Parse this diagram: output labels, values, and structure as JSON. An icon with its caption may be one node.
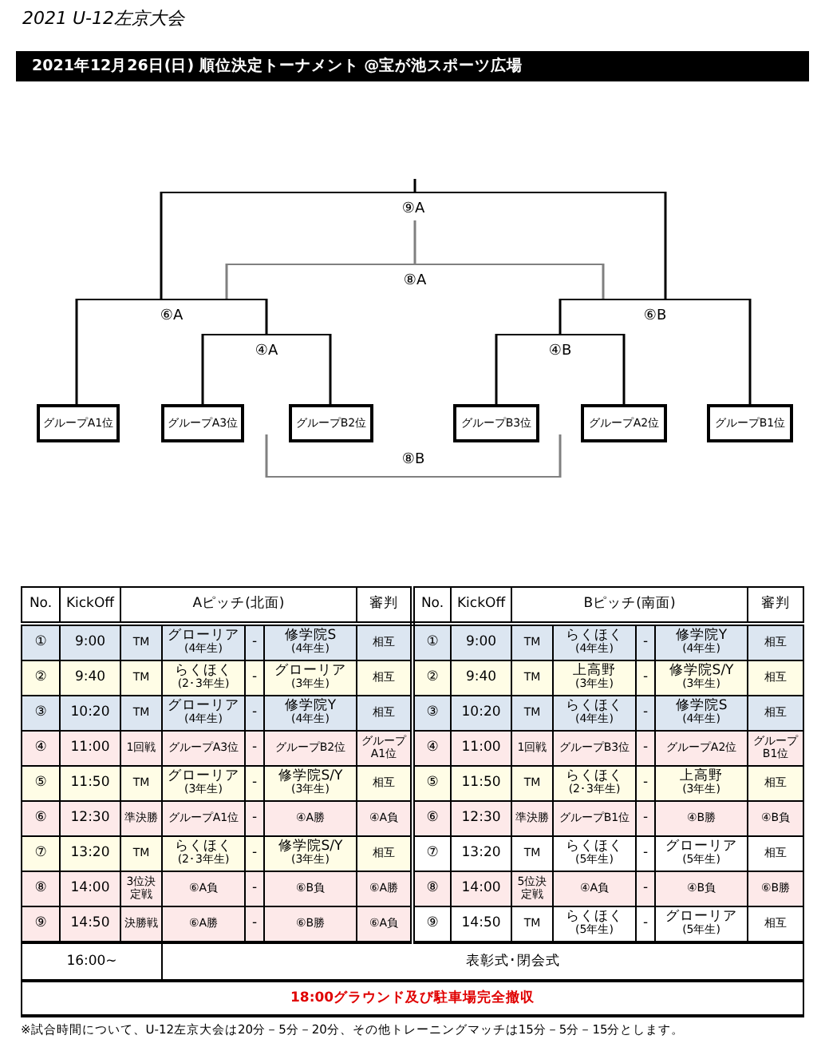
{
  "diagram": {
    "title": "2021 U-12左京大会",
    "nodes": [
      {
        "text": [
          "⑨A"
        ]
      },
      {
        "text": [
          "⑧A"
        ]
      },
      {
        "text": [
          "⑥A"
        ]
      },
      {
        "text": [
          "⑥B"
        ]
      },
      {
        "text": [
          "④A"
        ]
      },
      {
        "text": [
          "④B"
        ]
      },
      {
        "text": [
          "グループA1位"
        ]
      },
      {
        "text": [
          "グループA3位"
        ]
      },
      {
        "text": [
          "グループB2位"
        ]
      },
      {
        "text": [
          "グループB3位"
        ]
      },
      {
        "text": [
          "グループA2位"
        ]
      },
      {
        "text": [
          "グループB1位"
        ]
      },
      {
        "text": [
          "⑧B"
        ]
      }
    ],
    "edges": [
      {
        "from": 0,
        "to": null,
        "arrow": "none"
      },
      {
        "from": 6,
        "to": 2,
        "arrow": "none"
      },
      {
        "from": 4,
        "to": 2,
        "arrow": "none"
      },
      {
        "from": 7,
        "to": 4,
        "arrow": "none"
      },
      {
        "from": 8,
        "to": 4,
        "arrow": "none"
      },
      {
        "from": 9,
        "to": 5,
        "arrow": "none"
      },
      {
        "from": 10,
        "to": 5,
        "arrow": "none"
      },
      {
        "from": 5,
        "to": 3,
        "arrow": "none"
      },
      {
        "from": 11,
        "to": 3,
        "arrow": "none"
      },
      {
        "from": 2,
        "to": 0,
        "arrow": "none"
      },
      {
        "from": 3,
        "to": 0,
        "arrow": "none"
      },
      {
        "from": 2,
        "to": 1,
        "arrow": "none",
        "color": "#808080"
      },
      {
        "from": 3,
        "to": 1,
        "arrow": "none",
        "color": "#808080"
      },
      {
        "from": 1,
        "to": 0,
        "arrow": "none",
        "color": "#808080"
      },
      {
        "from": null,
        "to": 12,
        "arrow": "none",
        "color": "#808080"
      },
      {
        "from": null,
        "to": 12,
        "arrow": "none",
        "color": "#808080"
      }
    ],
    "labels": [
      "2021年12月26日(日) 順位決定トーナメント @宝が池スポーツ広場",
      "No.",
      "KickOff",
      "Aピッチ(北面)",
      "審判",
      "No.",
      "KickOff",
      "Bピッチ(南面)",
      "審判",
      "①",
      "9:00",
      "TM",
      "グローリア",
      "(4年生)",
      "-",
      "修学院S",
      "(4年生)",
      "相互",
      "①",
      "9:00",
      "TM",
      "らくほく",
      "(4年生)",
      "-",
      "修学院Y",
      "(4年生)",
      "相互",
      "②",
      "9:40",
      "TM",
      "らくほく",
      "(2･3年生)",
      "-",
      "グローリア",
      "(3年生)",
      "相互",
      "②",
      "9:40",
      "TM",
      "上高野",
      "(3年生)",
      "-",
      "修学院S/Y",
      "(3年生)",
      "相互",
      "③",
      "10:20",
      "TM",
      "グローリア",
      "(4年生)",
      "-",
      "修学院Y",
      "(4年生)",
      "相互",
      "③",
      "10:20",
      "TM",
      "らくほく",
      "(4年生)",
      "-",
      "修学院S",
      "(4年生)",
      "相互",
      "④",
      "11:00",
      "1回戦",
      "グループA3位",
      "-",
      "グループB2位",
      "グループA1位",
      "④",
      "11:00",
      "1回戦",
      "グループB3位",
      "-",
      "グループA2位",
      "グループB1位",
      "⑤",
      "11:50",
      "TM",
      "グローリア",
      "(3年生)",
      "-",
      "修学院S/Y",
      "(3年生)",
      "相互",
      "⑤",
      "11:50",
      "TM",
      "らくほく",
      "(2･3年生)",
      "-",
      "上高野",
      "(3年生)",
      "相互",
      "⑥",
      "12:30",
      "準決勝",
      "グループA1位",
      "-",
      "④A勝",
      "④A負",
      "⑥",
      "12:30",
      "準決勝",
      "グループB1位",
      "-",
      "④B勝",
      "④B負",
      "⑦",
      "13:20",
      "TM",
      "らくほく",
      "(2･3年生)",
      "-",
      "修学院S/Y",
      "(3年生)",
      "相互",
      "⑦",
      "13:20",
      "TM",
      "らくほく",
      "(5年生)",
      "-",
      "グローリア",
      "(5年生)",
      "相互",
      "⑧",
      "14:00",
      "3位決定戦",
      "⑥A負",
      "-",
      "⑥B負",
      "⑥A勝",
      "⑧",
      "14:00",
      "5位決定戦",
      "④A負",
      "-",
      "④B負",
      "⑥B勝",
      "⑨",
      "14:50",
      "決勝戦",
      "⑥A勝",
      "-",
      "⑥B勝",
      "⑥A負",
      "⑨",
      "14:50",
      "TM",
      "らくほく",
      "(5年生)",
      "-",
      "グローリア",
      "(5年生)",
      "相互",
      "16:00~",
      "表彰式･閉会式",
      "18:00グラウンド及び駐車場完全撤収",
      "※試合時間について、U-12左京大会は20分－5分－20分、その他トレーニングマッチは15分－5分－15分とします。"
    ]
  }
}
